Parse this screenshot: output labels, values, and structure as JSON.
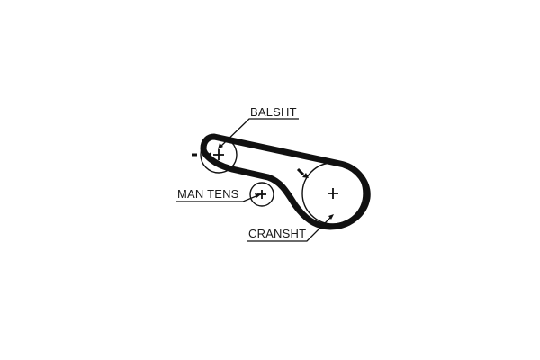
{
  "labels": {
    "balance_shaft": "BALSHT",
    "manual_tensioner": "MAN TENS",
    "crankshaft": "CRANSHT"
  },
  "colors": {
    "line": "#111111",
    "background": "#ffffff"
  }
}
